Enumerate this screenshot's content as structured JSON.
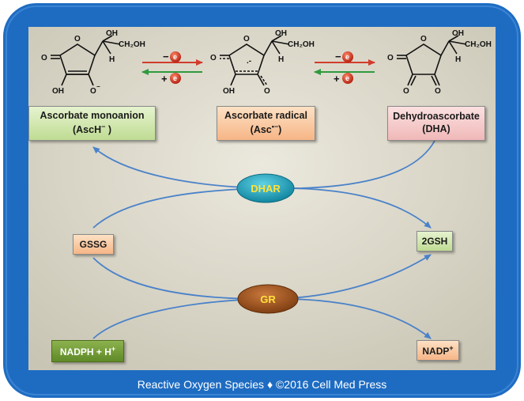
{
  "species": {
    "ascH": {
      "name": "Ascorbate monoanion",
      "abbr_pre": "(AscH",
      "abbr_sup": "−",
      "abbr_post": " )"
    },
    "radical": {
      "name": "Ascorbate radical",
      "abbr_pre": "(Asc",
      "abbr_sup": "•−",
      "abbr_post": ")"
    },
    "dha": {
      "name": "Dehydroascorbate",
      "abbr": "(DHA)"
    }
  },
  "electron_steps": {
    "oxidation": "−",
    "reduction": "+",
    "electron": "e"
  },
  "structure_labels": {
    "oh": "OH",
    "ch2oh": "CH₂OH",
    "chain": "CH₂OH",
    "h": "H",
    "o": "O",
    "ominus": "O",
    "minus": "−",
    "radical_dot": ".-"
  },
  "enzymes": {
    "dhar": "DHAR",
    "gr": "GR"
  },
  "cofactors": {
    "gssg": "GSSG",
    "gsh": "2GSH",
    "nadph": "NADPH + H",
    "nadph_sup": "+",
    "nadp": "NADP",
    "nadp_sup": "+"
  },
  "footer": "Reactive Oxygen Species ♦ ©2016 Cell Med Press",
  "colors": {
    "frame": "#1e6cc2",
    "panel": "#d8d5c8",
    "arrow": "#4a82c9",
    "oxidation_arrow": "#d23c2c",
    "reduction_arrow": "#2f9a3e",
    "dhar_fill": "#1aa0b8",
    "gr_fill": "#a0511a",
    "enzyme_text": "#ffe23a"
  }
}
